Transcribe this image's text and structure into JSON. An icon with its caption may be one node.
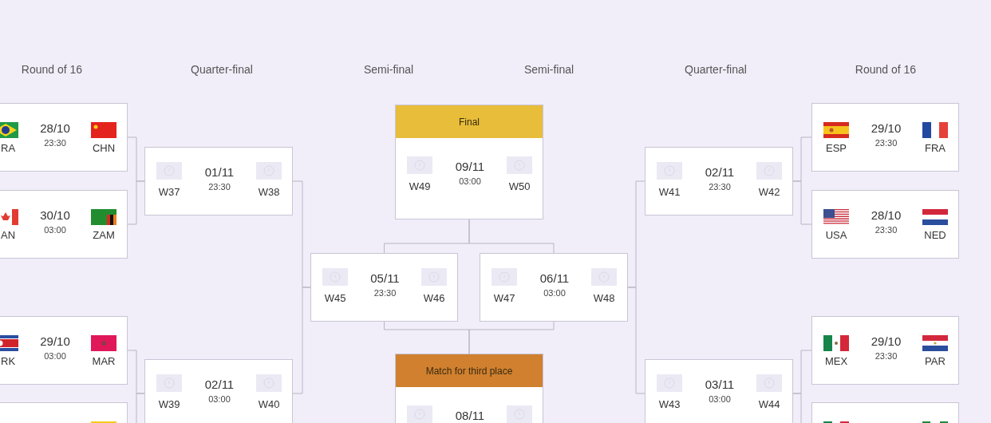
{
  "diagram": {
    "nodes": [
      {
        "text": [
          "RA",
          "28/10",
          "23:30",
          "CHN"
        ]
      },
      {
        "text": [
          "AN",
          "30/10",
          "03:00",
          "ZAM"
        ]
      },
      {
        "text": [
          "RK",
          "29/10",
          "03:00",
          "MAR"
        ]
      },
      {
        "text": [],
        "shape": "box"
      },
      {
        "text": [
          "W37",
          "01/11",
          "23:30",
          "W38"
        ]
      },
      {
        "text": [
          "W39",
          "02/11",
          "03:00",
          "W40"
        ]
      },
      {
        "text": [
          "Final",
          "W49",
          "09/11",
          "03:00",
          "W50"
        ]
      },
      {
        "text": [
          "W45",
          "05/11",
          "23:30",
          "W46"
        ]
      },
      {
        "text": [
          "W47",
          "06/11",
          "03:00",
          "W48"
        ]
      },
      {
        "text": [
          "Match for third place",
          "08/11"
        ]
      },
      {
        "text": [
          "W41",
          "02/11",
          "23:30",
          "W42"
        ]
      },
      {
        "text": [
          "W43",
          "03/11",
          "03:00",
          "W44"
        ]
      },
      {
        "text": [
          "ESP",
          "29/10",
          "23:30",
          "FRA"
        ]
      },
      {
        "text": [
          "USA",
          "28/10",
          "23:30",
          "NED"
        ]
      },
      {
        "text": [
          "MEX",
          "29/10",
          "23:30",
          "PAR"
        ]
      },
      {
        "text": [],
        "shape": "box"
      }
    ],
    "edges": [
      {
        "from": 0,
        "to": 4,
        "arrow": "none"
      },
      {
        "from": 1,
        "to": 4,
        "arrow": "none"
      },
      {
        "from": 2,
        "to": 5,
        "arrow": "none"
      },
      {
        "from": 3,
        "to": 5,
        "arrow": "none"
      },
      {
        "from": 4,
        "to": 7,
        "arrow": "none"
      },
      {
        "from": 5,
        "to": 7,
        "arrow": "none"
      },
      {
        "from": 7,
        "to": 6,
        "arrow": "none"
      },
      {
        "from": 8,
        "to": 6,
        "arrow": "none"
      },
      {
        "from": 7,
        "to": 9,
        "arrow": "none"
      },
      {
        "from": 8,
        "to": 9,
        "arrow": "none"
      },
      {
        "from": 10,
        "to": 8,
        "arrow": "none"
      },
      {
        "from": 11,
        "to": 8,
        "arrow": "none"
      },
      {
        "from": 12,
        "to": 10,
        "arrow": "none"
      },
      {
        "from": 13,
        "to": 10,
        "arrow": "none"
      },
      {
        "from": 14,
        "to": 11,
        "arrow": "none"
      },
      {
        "from": 15,
        "to": 11,
        "arrow": "none"
      }
    ],
    "labels": [
      "Round of 16",
      "Quarter-final",
      "Semi-final",
      "Semi-final",
      "Quarter-final",
      "Round of 16"
    ]
  }
}
